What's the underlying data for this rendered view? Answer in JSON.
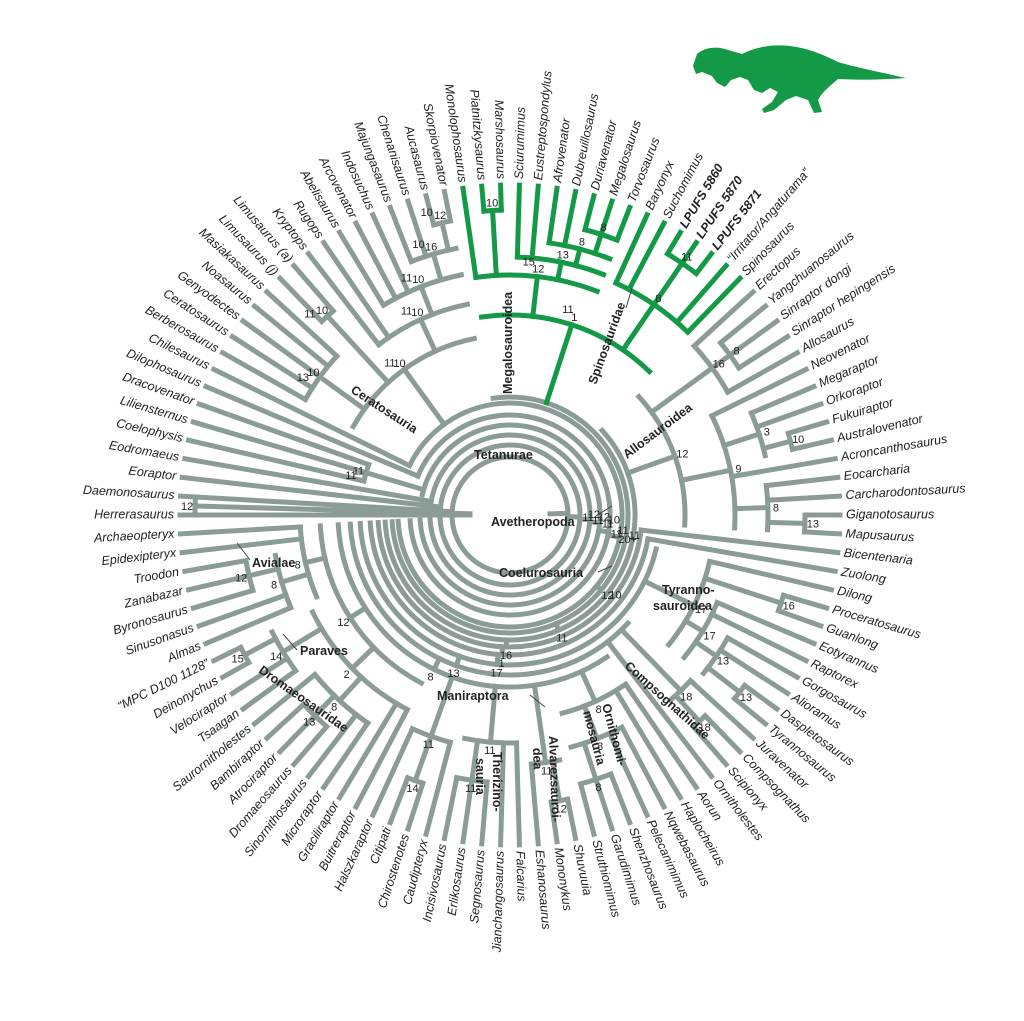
{
  "colors": {
    "gray": "#8a9c95",
    "green": "#149947",
    "text": "#222222"
  },
  "silhouette_icon": "theropod-dinosaur-silhouette",
  "clades": {
    "ceratosauria": "Ceratosauria",
    "megalosauroidea": "Megalosauroidea",
    "spinosauridae": "Spinosauridae",
    "tetanurae": "Tetanurae",
    "allosauroidea": "Allosauroidea",
    "avetheropoda": "Avetheropoda",
    "coelurosauria": "Coelurosauria",
    "tyrannosauroidea_1": "Tyranno-",
    "tyrannosauroidea_2": "sauroidea",
    "avialae": "Avialae",
    "paraves": "Paraves",
    "dromaeosauridae": "Dromaeosauridae",
    "maniraptora": "Maniraptora",
    "compsognathidae": "Compsognathidae",
    "ornithomimosauria_1": "Ornithomi-",
    "ornithomimosauria_2": "mosauria",
    "alvarezsauroidea_1": "Alvarezsauroi-",
    "alvarezsauroidea_2": "dea",
    "therizinosauria_1": "Therizino-",
    "therizinosauria_2": "sauria"
  },
  "taxa": [
    "Herrerasaurus",
    "Daemonosaurus",
    "Eoraptor",
    "Eodromaeus",
    "Coelophysis",
    "Liliensternus",
    "Dracovenator",
    "Dilophosaurus",
    "Chilesaurus",
    "Berberosaurus",
    "Ceratosaurus",
    "Genyodectes",
    "Noasaurus",
    "Masiakasaurus",
    "Limusaurus (j)",
    "Limusaurus (a)",
    "Kryptops",
    "Rugops",
    "Abelisaurus",
    "Arcovenator",
    "Indosuchus",
    "Majungasaurus",
    "Chenanisaurus",
    "Aucasaurus",
    "Skorpiovenator",
    "Monolophosaurus",
    "Piatnitzkysaurus",
    "Marshosaurus",
    "Sciurumimus",
    "Eustreptospondylus",
    "Afrovenator",
    "Dubreuillosaurus",
    "Duriavenator",
    "Megalosaurus",
    "Torvosaurus",
    "Baryonyx",
    "Suchomimus",
    "LPUFS 5860",
    "LPUFS 5870",
    "LPUFS 5871",
    "“Irritator/Angaturama”",
    "Spinosaurus",
    "Erectopus",
    "Yangchuanosaurus",
    "Sinraptor dongi",
    "Sinraptor hepingensis",
    "Allosaurus",
    "Neovenator",
    "Megaraptor",
    "Orkoraptor",
    "Fukuiraptor",
    "Australovenator",
    "Acroncanthosaurus",
    "Eocarcharia",
    "Carcharodontosaurus",
    "Giganotosaurus",
    "Mapusaurus",
    "Bicentenaria",
    "Zuolong",
    "Dilong",
    "Proceratosaurus",
    "Guanlong",
    "Eotyrannus",
    "Raptorex",
    "Gorgosaurus",
    "Alioramus",
    "Daspletosaurus",
    "Tyrannosaurus",
    "Juravenator",
    "Compsognathus",
    "Scipionyx",
    "Ornitholestes",
    "Aorun",
    "Haplocheirus",
    "Nqwebasaurus",
    "Pelecanimimus",
    "Shenzhosaurus",
    "Garudimimus",
    "Struthiomimus",
    "Shuvuuia",
    "Mononykus",
    "Eshanosaurus",
    "Falcarius",
    "Jianchangosaurus",
    "Segnosaurus",
    "Erlikosaurus",
    "Incisivosaurus",
    "Caudipteryx",
    "Chirostenotes",
    "Citipati",
    "Halszkaraptor",
    "Buitreraptor",
    "Graciliraptor",
    "Microraptor",
    "Sinornithosaurus",
    "Dromaeosaurus",
    "Atrociraptor",
    "Bambiraptor",
    "Saurornitholestes",
    "Tsaagan",
    "Velociraptor",
    "Deinonychus",
    "“MPC D100 1128”",
    "Almas",
    "Sinusonasus",
    "Byronosaurus",
    "Zanabazar",
    "Troodon",
    "Epidexipteryx",
    "Archaeopteryx"
  ],
  "bold_taxa": [
    "LPUFS 5860",
    "LPUFS 5870",
    "LPUFS 5871"
  ],
  "support_values": [
    "11",
    "11",
    "11",
    "11",
    "11",
    "20+",
    "10",
    "10",
    "10",
    "10",
    "10",
    "16",
    "12",
    "12",
    "1",
    "12",
    "10",
    "13",
    "8",
    "8",
    "8",
    "11",
    "11",
    "12",
    "16",
    "8",
    "9",
    "3",
    "10",
    "8",
    "13",
    "16",
    "1",
    "17",
    "17",
    "16",
    "17",
    "13",
    "13",
    "13",
    "18",
    "18",
    "8",
    "8",
    "8",
    "8",
    "11",
    "12",
    "11",
    "11",
    "11",
    "14",
    "12",
    "2",
    "8",
    "13",
    "14",
    "15",
    "8",
    "8",
    "12",
    "12",
    "12",
    "12",
    "10",
    "11",
    "11",
    "11",
    "11",
    "13",
    "11",
    "11",
    "11",
    "10",
    "10",
    "10",
    "11",
    "15"
  ]
}
